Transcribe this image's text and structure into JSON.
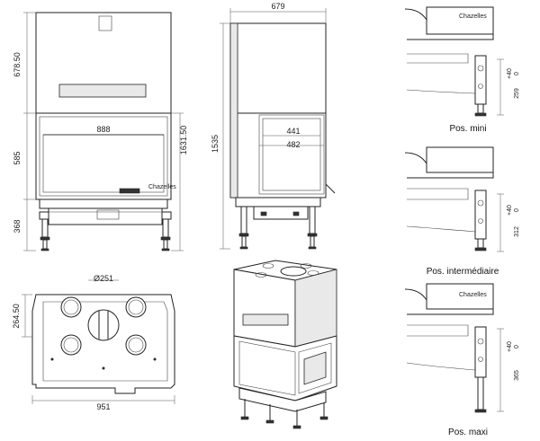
{
  "dimensions": {
    "front_top_height": "678.50",
    "front_mid_height": "585",
    "front_base_height": "368",
    "front_total_height": "1631.50",
    "front_opening_width": "888",
    "side_depth": "679",
    "side_total_height": "1535",
    "side_inner_1": "441",
    "side_inner_2": "482",
    "top_flue_diameter": "Ø251",
    "top_depth": "264.50",
    "top_width": "951"
  },
  "positions": [
    {
      "caption": "Pos. mini",
      "offset": "+40",
      "value": "259",
      "zero": "0"
    },
    {
      "caption": "Pos. intermédiaire",
      "offset": "+40",
      "value": "312",
      "zero": "0"
    },
    {
      "caption": "Pos. maxi",
      "offset": "+40",
      "value": "365",
      "zero": "0"
    }
  ]
}
